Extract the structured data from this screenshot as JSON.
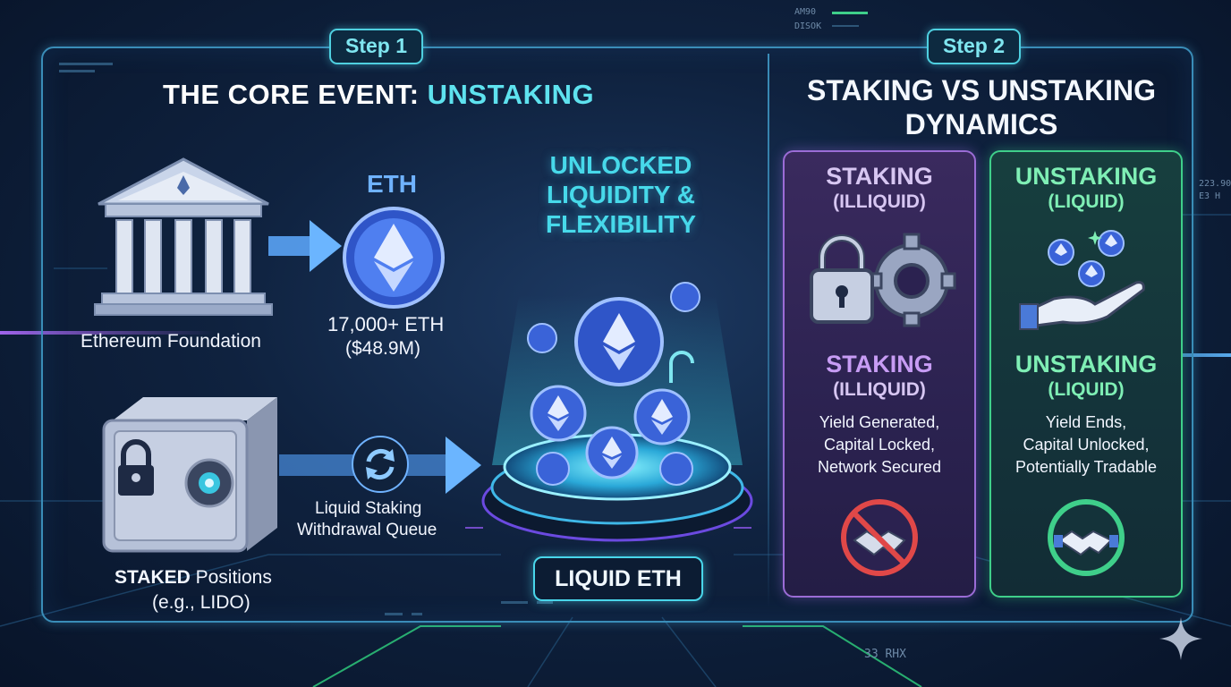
{
  "step1": {
    "label": "Step 1",
    "title_prefix": "THE CORE EVENT: ",
    "title_accent": "UNSTAKING"
  },
  "step2": {
    "label": "Step 2",
    "title": "STAKING VS UNSTAKING DYNAMICS"
  },
  "left": {
    "foundation_label": "Ethereum Foundation",
    "eth_label": "ETH",
    "eth_amount": "17,000+ ETH",
    "eth_value": "($48.9M)",
    "staked_bold": "STAKED",
    "staked_rest": " Positions",
    "staked_example": "(e.g., LIDO)",
    "queue_line1": "Liquid Staking",
    "queue_line2": "Withdrawal Queue"
  },
  "center": {
    "title": "UNLOCKED LIQUIDITY & FLEXIBILITY",
    "liquid_eth": "LIQUID ETH"
  },
  "staking_card": {
    "title": "STAKING",
    "subtitle": "(ILLIQUID)",
    "title2": "STAKING",
    "subtitle2": "(ILLIQUID)",
    "desc": [
      "Yield Generated,",
      "Capital Locked,",
      "Network Secured"
    ]
  },
  "unstaking_card": {
    "title": "UNSTAKING",
    "subtitle": "(LIQUID)",
    "title2": "UNSTAKING",
    "subtitle2": "(LIQUID)",
    "desc": [
      "Yield Ends,",
      "Capital Unlocked,",
      "Potentially Tradable"
    ]
  },
  "hud": {
    "top1": "AM90",
    "top2": "DISOK",
    "right1": "223.90",
    "right2": "E3 H",
    "bottom": "33 RHX"
  },
  "colors": {
    "accent_cyan": "#47d9ea",
    "staking_purple": "#9b6cd6",
    "unstaking_green": "#3fcf8a",
    "eth_blue": "#4f7ff0"
  },
  "icons": [
    "bank-icon",
    "eth-coin-icon",
    "vault-icon",
    "refresh-icon",
    "padlock-icon",
    "gear-icon",
    "hand-coins-icon",
    "no-handshake-icon",
    "handshake-icon",
    "sparkle-icon"
  ]
}
